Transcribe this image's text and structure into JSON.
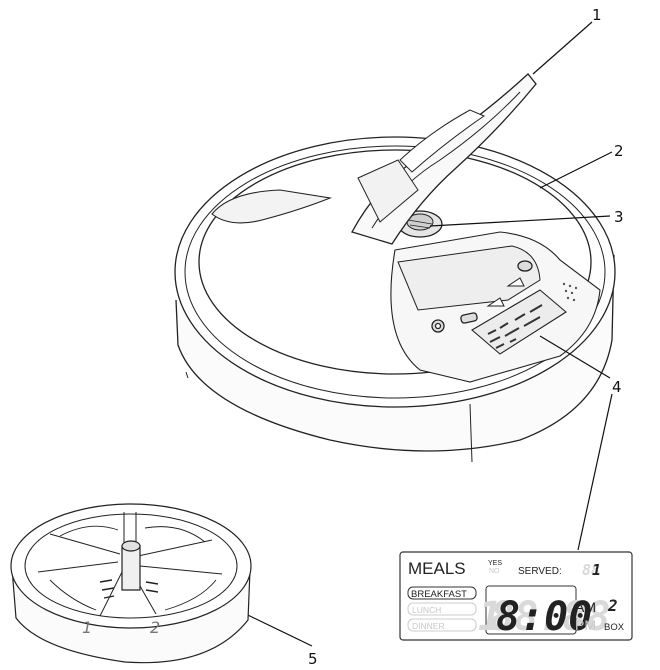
{
  "callouts": [
    "1",
    "2",
    "3",
    "4",
    "5"
  ],
  "lcd": {
    "meals": "MEALS",
    "yes": "YES",
    "no": "NO",
    "served_label": "SERVED:",
    "served_ghost": "88",
    "served_value": "1",
    "breakfast": "BREAKFAST",
    "lunch": "LUNCH",
    "dinner": "DINNER",
    "time_ghost": "88:88",
    "time": "8:00",
    "am": "AM",
    "pm": "PM",
    "box_number": "2",
    "box_label": "BOX",
    "ghost_left": "1"
  },
  "tray": {
    "compartment_1": "1",
    "compartment_2": "2"
  }
}
